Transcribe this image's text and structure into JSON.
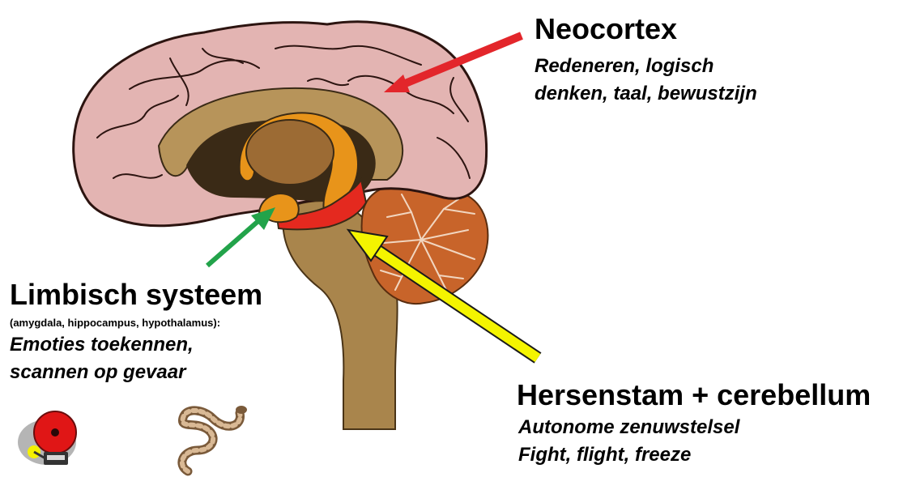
{
  "neocortex": {
    "title": "Neocortex",
    "lines": [
      "Redeneren, logisch",
      "denken, taal, bewustzijn"
    ],
    "arrow_color": "#e3262b"
  },
  "limbic": {
    "title": "Limbisch systeem",
    "subtitle": "(amygdala, hippocampus, hypothalamus):",
    "lines": [
      "Emoties toekennen,",
      "scannen op gevaar"
    ],
    "arrow_color": "#22a34a"
  },
  "brainstem": {
    "title": "Hersenstam + cerebellum",
    "lines": [
      "Autonome zenuwstelsel",
      "Fight, flight, freeze"
    ],
    "arrow_color": "#f4f400"
  },
  "colors": {
    "cortex": "#e3b4b2",
    "white_matter": "#b7945a",
    "ventricle": "#3a2a16",
    "thalamus": "#9c6b34",
    "limbic_ring": "#e8941a",
    "red_band": "#e4291f",
    "brainstem": "#a9854c",
    "cerebellum": "#c8642a"
  },
  "icons": [
    "alarm-bell-icon",
    "snake-icon"
  ]
}
